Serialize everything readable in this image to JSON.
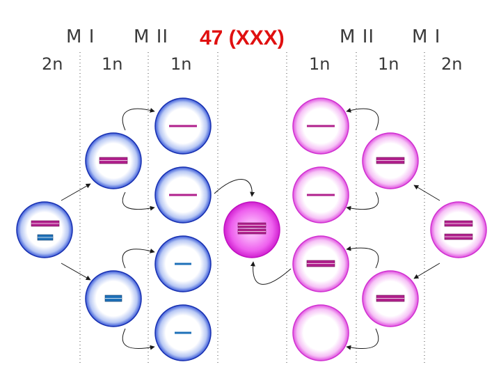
{
  "header": {
    "phase_labels": [
      "M I",
      "M II",
      "M II",
      "M I"
    ],
    "result_label": "47 (XXX)",
    "result_color": "#e01010",
    "ploidy_labels": [
      "2n",
      "1n",
      "1n",
      "1n",
      "1n",
      "2n"
    ]
  },
  "colors": {
    "paternal_cell": "#2440c8",
    "maternal_cell": "#e040e0",
    "zygote_cell": "#e020e0",
    "x_chromosome": "#b0208c",
    "y_chromosome": "#1e70b8"
  },
  "legend": {
    "paternal_side": "left",
    "maternal_side": "right"
  }
}
